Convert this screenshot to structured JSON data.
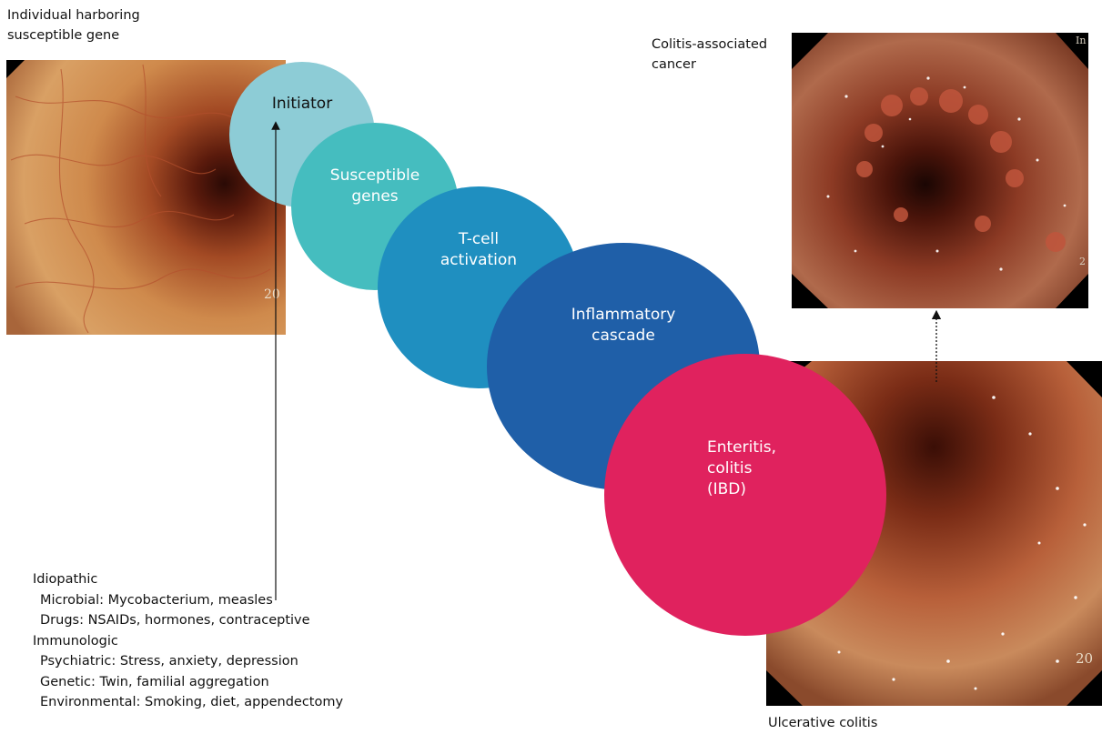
{
  "labels": {
    "top_left": "Individual harboring\nsusceptible gene",
    "top_right": "Colitis-associated\ncancer",
    "bottom_right": "Ulcerative colitis"
  },
  "circles": [
    {
      "text": "Initiator",
      "color": "#8dccd6",
      "text_color": "#111111"
    },
    {
      "text": "Susceptible\ngenes",
      "color": "#45bdbf",
      "text_color": "#ffffff"
    },
    {
      "text": "T-cell\nactivation",
      "color": "#1f8fc0",
      "text_color": "#ffffff"
    },
    {
      "text": "Inflammatory\ncascade",
      "color": "#1f5fa8",
      "text_color": "#ffffff"
    },
    {
      "text": "Enteritis,\ncolitis\n(IBD)",
      "color": "#e0225e",
      "text_color": "#ffffff"
    }
  ],
  "factors": {
    "idiopathic": "Idiopathic",
    "microbial": "Microbial: Mycobacterium, measles",
    "drugs": "Drugs: NSAIDs, hormones, contraceptive",
    "immunologic": "Immunologic",
    "psychiatric": "Psychiatric: Stress, anxiety, depression",
    "genetic": "Genetic: Twin, familial aggregation",
    "environmental": "Environmental: Smoking, diet, appendectomy"
  },
  "photo_stamps": {
    "left": "20",
    "top_right_corner": "In",
    "top_right_side": "2",
    "bottom_right": "20"
  }
}
